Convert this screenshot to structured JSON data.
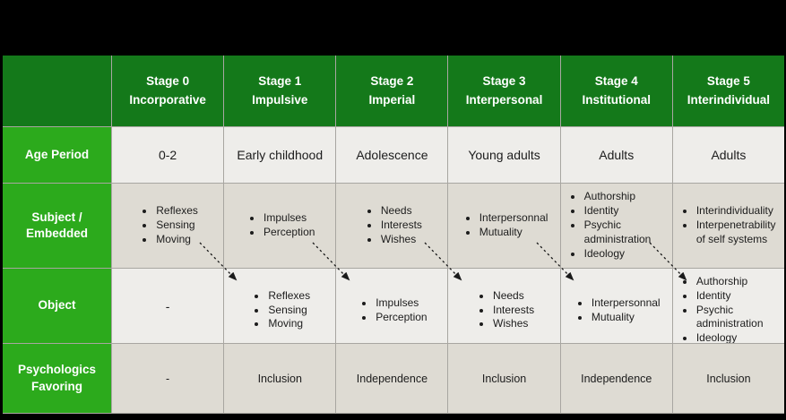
{
  "row_labels": [
    "Age Period",
    "Subject / Embedded",
    "Object",
    "Psychologics Favoring"
  ],
  "columns": [
    {
      "stage": "Stage 0",
      "name": "Incorporative",
      "age": "0-2",
      "subject": [
        "Reflexes",
        "Sensing",
        "Moving"
      ],
      "object": "-",
      "psychologics": "-"
    },
    {
      "stage": "Stage 1",
      "name": "Impulsive",
      "age": "Early childhood",
      "subject": [
        "Impulses",
        "Perception"
      ],
      "object": [
        "Reflexes",
        "Sensing",
        "Moving"
      ],
      "psychologics": "Inclusion"
    },
    {
      "stage": "Stage 2",
      "name": "Imperial",
      "age": "Adolescence",
      "subject": [
        "Needs",
        "Interests",
        "Wishes"
      ],
      "object": [
        "Impulses",
        "Perception"
      ],
      "psychologics": "Independence"
    },
    {
      "stage": "Stage 3",
      "name": "Interpersonal",
      "age": "Young adults",
      "subject": [
        "Interpersonnal",
        "Mutuality"
      ],
      "object": [
        "Needs",
        "Interests",
        "Wishes"
      ],
      "psychologics": "Inclusion"
    },
    {
      "stage": "Stage 4",
      "name": "Institutional",
      "age": "Adults",
      "subject": [
        "Authorship",
        "Identity",
        "Psychic administration",
        "Ideology"
      ],
      "object": [
        "Interpersonnal",
        "Mutuality"
      ],
      "psychologics": "Independence"
    },
    {
      "stage": "Stage 5",
      "name": "Interindividual",
      "age": "Adults",
      "subject": [
        "Interindividuality",
        "Interpenetrability of self systems"
      ],
      "object": [
        "Authorship",
        "Identity",
        "Psychic administration",
        "Ideology"
      ],
      "psychologics": "Inclusion"
    }
  ],
  "colors": {
    "header_green": "#14791a",
    "label_green": "#2caa1c",
    "row_light": "#eeedea",
    "row_gray": "#dedbd3",
    "grid_line": "#a8a6a1",
    "background": "#000000",
    "arrow": "#1a1a1a"
  }
}
